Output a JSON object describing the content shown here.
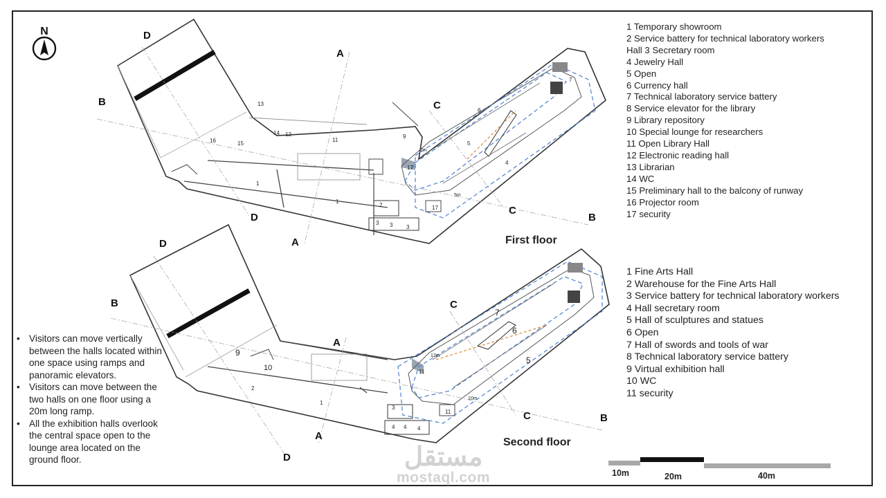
{
  "compass": {
    "label": "N",
    "icon": "north-arrow-icon"
  },
  "floors": {
    "first": {
      "title": "First floor",
      "legend": [
        "1 Temporary showroom",
        "2 Service battery for technical laboratory workers",
        "Hall 3 Secretary room",
        "4 Jewelry Hall",
        "5 Open",
        "6 Currency hall",
        "7 Technical laboratory service battery",
        "8 Service elevator for the library",
        "9 Library repository",
        "10 Special lounge for researchers",
        "11 Open Library Hall",
        "12 Electronic reading hall",
        "13 Librarian",
        "14 WC",
        "15 Preliminary hall to the balcony of runway",
        "16 Projector room",
        "17 security"
      ],
      "section_marks": {
        "A": "A",
        "B": "B",
        "C": "C",
        "D": "D"
      },
      "room_numbers": [
        "1",
        "1",
        "2",
        "3",
        "3",
        "3",
        "4",
        "5",
        "6",
        "7",
        "9",
        "11",
        "12",
        "13",
        "14",
        "15",
        "16",
        "17",
        "17"
      ],
      "ramp_labels": [
        "7m",
        "5m"
      ]
    },
    "second": {
      "title": "Second floor",
      "legend": [
        "1 Fine Arts Hall",
        "2 Warehouse for the Fine Arts Hall",
        "3 Service battery for technical laboratory workers",
        "4 Hall secretary room",
        "5 Hall of sculptures and statues",
        "6 Open",
        "7 Hall of swords and tools of war",
        "8 Technical laboratory service battery",
        "9 Virtual exhibition hall",
        "10 WC",
        "11 security"
      ],
      "section_marks": {
        "A": "A",
        "B": "B",
        "C": "C",
        "D": "D"
      },
      "room_numbers": [
        "1",
        "2",
        "3",
        "4",
        "4",
        "4",
        "5",
        "6",
        "7",
        "9",
        "10",
        "11",
        "11"
      ],
      "ramp_labels": [
        "12m",
        "10m"
      ]
    }
  },
  "notes": [
    "Visitors can move vertically between the halls located within one space using ramps and panoramic elevators.",
    "Visitors can move between the two halls on one floor using a 20m long ramp.",
    "All the exhibition halls overlook the central space open to the lounge area located on the ground floor."
  ],
  "scale_bar": {
    "labels": [
      "10m",
      "20m",
      "40m"
    ]
  },
  "watermark": {
    "arabic": "مستقل",
    "latin": "mostaql.com"
  },
  "colors": {
    "circulation": "#4a7fd0",
    "ramp": "#e08a3a",
    "wall": "#333333"
  }
}
